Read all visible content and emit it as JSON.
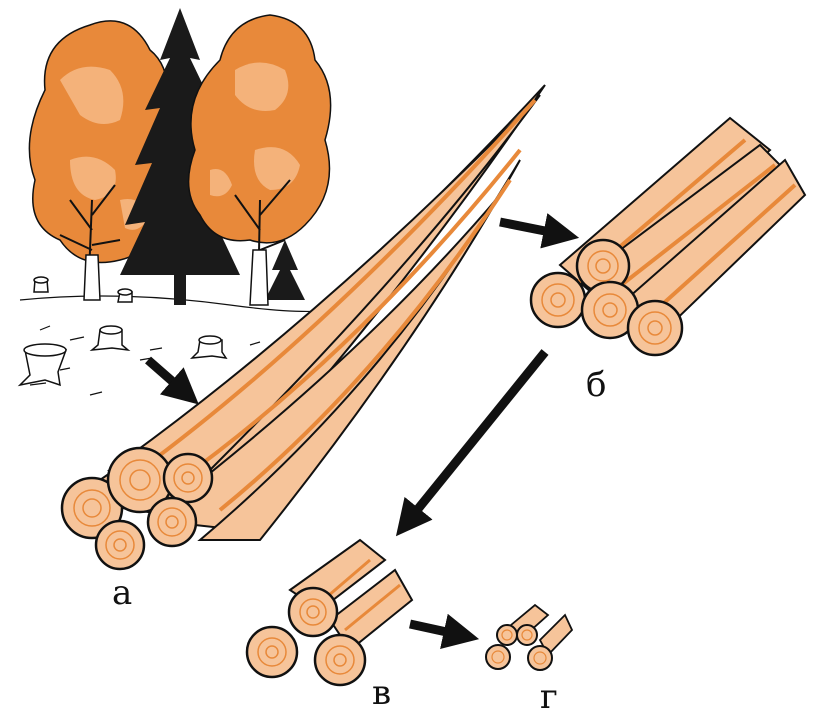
{
  "labels": {
    "a": "а",
    "b": "б",
    "v": "в",
    "g": "г"
  },
  "colors": {
    "foliage": "#e8893a",
    "foliage_light": "#f4b27a",
    "wood": "#f6c49a",
    "wood_streak": "#e8893a",
    "outline": "#111111",
    "spruce": "#1a1a1a"
  }
}
